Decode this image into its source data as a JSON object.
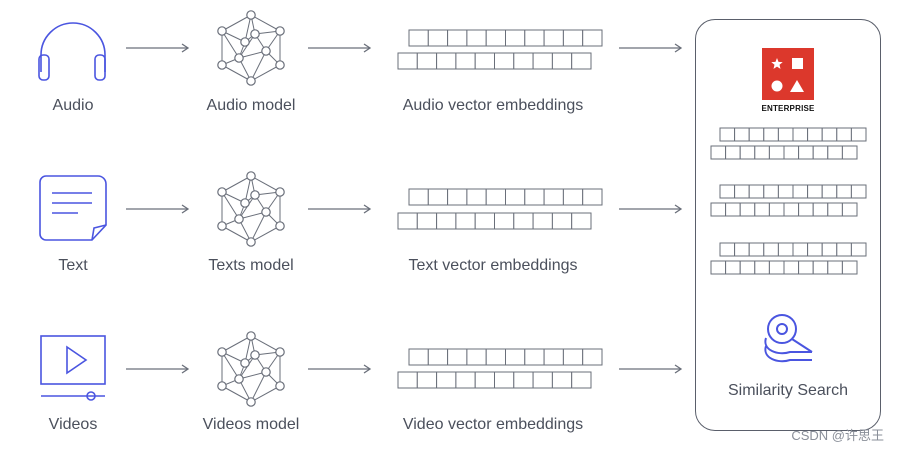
{
  "rows": [
    {
      "source_label": "Audio",
      "model_label": "Audio model",
      "embedding_label": "Audio vector embeddings",
      "source_icon": "headphones-icon"
    },
    {
      "source_label": "Text",
      "model_label": "Texts model",
      "embedding_label": "Text vector embeddings",
      "source_icon": "document-icon"
    },
    {
      "source_label": "Videos",
      "model_label": "Videos model",
      "embedding_label": "Video vector embeddings",
      "source_icon": "video-player-icon"
    }
  ],
  "panel": {
    "logo_text": "ENTERPRISE",
    "search_label": "Similarity Search",
    "search_icon": "similarity-search-icon"
  },
  "watermark": "CSDN @许思王",
  "colors": {
    "icon_blue": "#4a55e0",
    "stroke_gray": "#5a5f6b",
    "brand_red": "#dc382c",
    "text_gray": "#4b505c"
  }
}
